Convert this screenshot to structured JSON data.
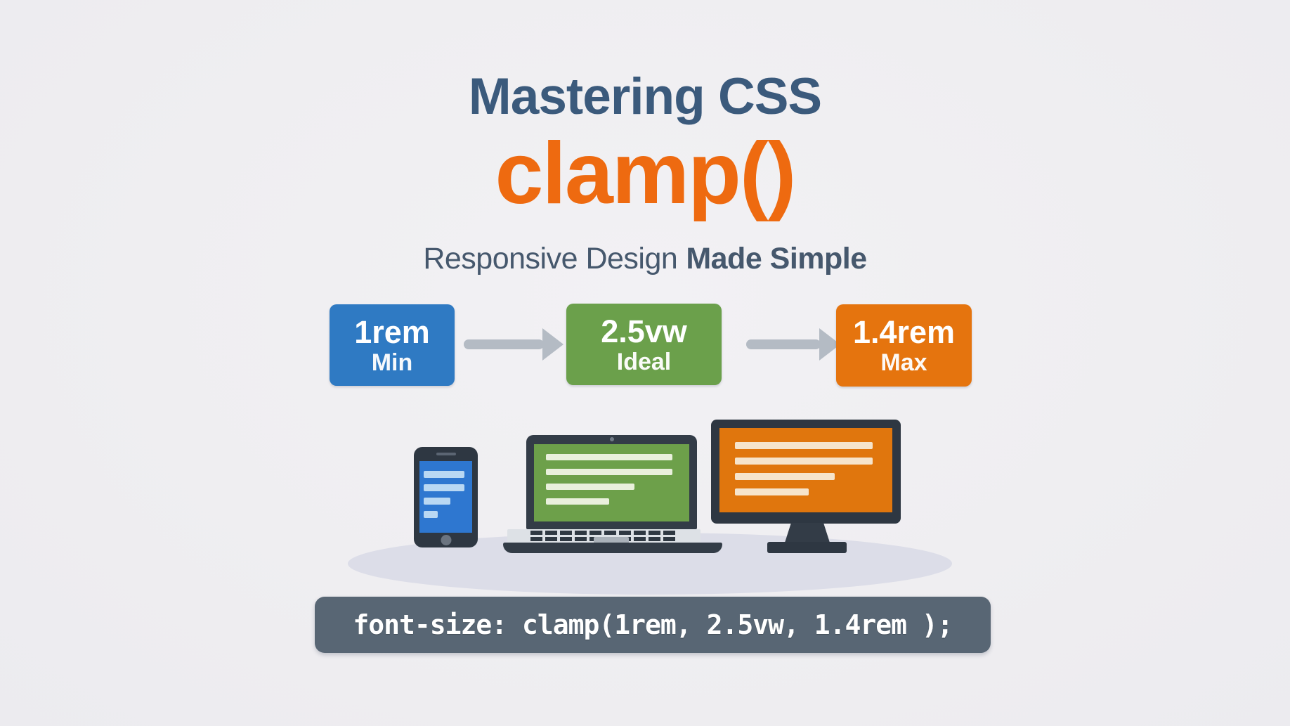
{
  "header": {
    "title": "Mastering CSS",
    "function_name": "clamp()",
    "subtitle": {
      "regular": "Responsive Design",
      "bold": "Made Simple"
    }
  },
  "clamp_flow": {
    "boxes": [
      {
        "value": "1rem",
        "label": "Min",
        "color": "#2f7ac3"
      },
      {
        "value": "2.5vw",
        "label": "Ideal",
        "color": "#6ba04b"
      },
      {
        "value": "1.4rem",
        "label": "Max",
        "color": "#e5740e"
      }
    ],
    "arrow_color": "#b4bbc4"
  },
  "devices": {
    "smartphone": {
      "icon": "smartphone-icon",
      "screen_color": "#2e77d0"
    },
    "laptop": {
      "icon": "laptop-icon",
      "screen_color": "#6da04a"
    },
    "monitor": {
      "icon": "monitor-icon",
      "screen_color": "#e0760d"
    }
  },
  "code_snippet": {
    "text": "font-size: clamp(1rem, 2.5vw, 1.4rem );",
    "background": "#586674",
    "text_color": "#ffffff"
  },
  "theme": {
    "page_background": "#efeef1",
    "title_color": "#3b5a7c",
    "accent_orange": "#ee6a10",
    "subtitle_color": "#46586d",
    "shadow_color": "#dcdde8"
  }
}
